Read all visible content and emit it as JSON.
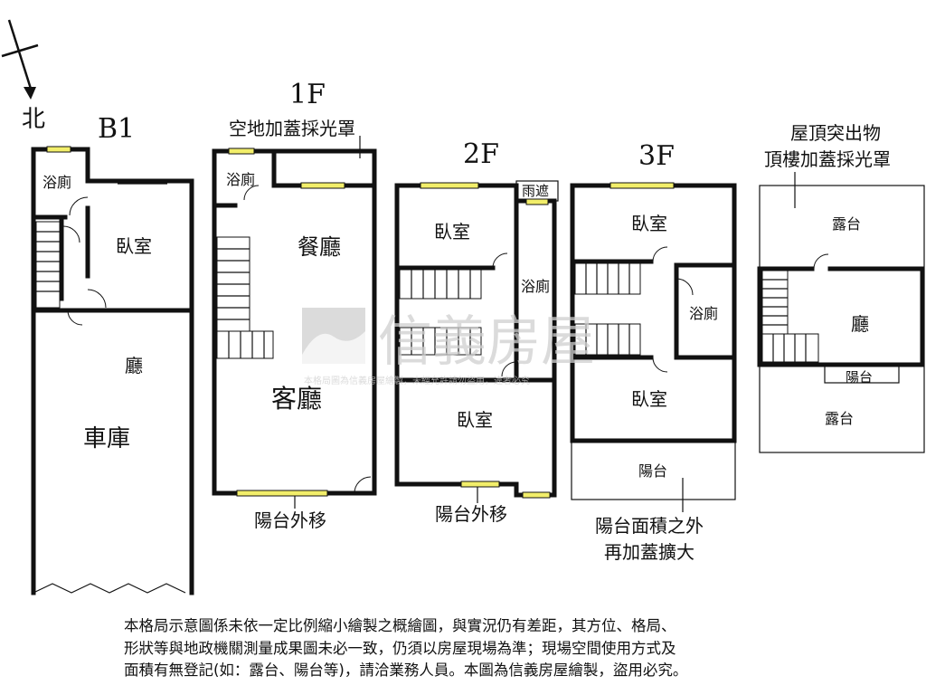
{
  "compass": {
    "label": "北"
  },
  "floors": {
    "b1": {
      "title": "B1",
      "rooms": {
        "bath": "浴廁",
        "bedroom": "臥室",
        "hall": "廳",
        "garage": "車庫"
      }
    },
    "f1": {
      "title": "1F",
      "note_top": "空地加蓋採光罩",
      "rooms": {
        "bath": "浴廁",
        "dining": "餐廳",
        "living": "客廳"
      },
      "note_bottom": "陽台外移"
    },
    "f2": {
      "title": "2F",
      "rooms": {
        "bedroom_top": "臥室",
        "rain_shelter": "雨遮",
        "bath": "浴廁",
        "bedroom_bottom": "臥室"
      },
      "note_bottom": "陽台外移"
    },
    "f3": {
      "title": "3F",
      "rooms": {
        "bedroom_top": "臥室",
        "bath": "浴廁",
        "bedroom_bottom": "臥室",
        "balcony": "陽台"
      },
      "note_bottom_line1": "陽台面積之外",
      "note_bottom_line2": "再加蓋擴大"
    },
    "roof": {
      "title_line1": "屋頂突出物",
      "title_line2": "頂樓加蓋採光罩",
      "rooms": {
        "terrace_top": "露台",
        "hall": "廳",
        "balcony": "陽台",
        "terrace_bottom": "露台"
      }
    }
  },
  "watermark": {
    "brand": "信義房屋",
    "notice": "本格局圖為信義房屋繪製，未經允許請勿盜用，違者必究"
  },
  "disclaimer": {
    "line1": "本格局示意圖係未依一定比例縮小繪製之概繪圖，與實況仍有差距，其方位、格局、",
    "line2": "形狀等與地政機關測量成果圖未必一致，仍須以房屋現場為準；現場空間使用方式及",
    "line3": "面積有無登記(如：露台、陽台等)，請洽業務人員。本圖為信義房屋繪製，盜用必究。"
  },
  "colors": {
    "window": "#f2ee6a",
    "wall": "#111111",
    "watermark": "#cfcfcf"
  }
}
